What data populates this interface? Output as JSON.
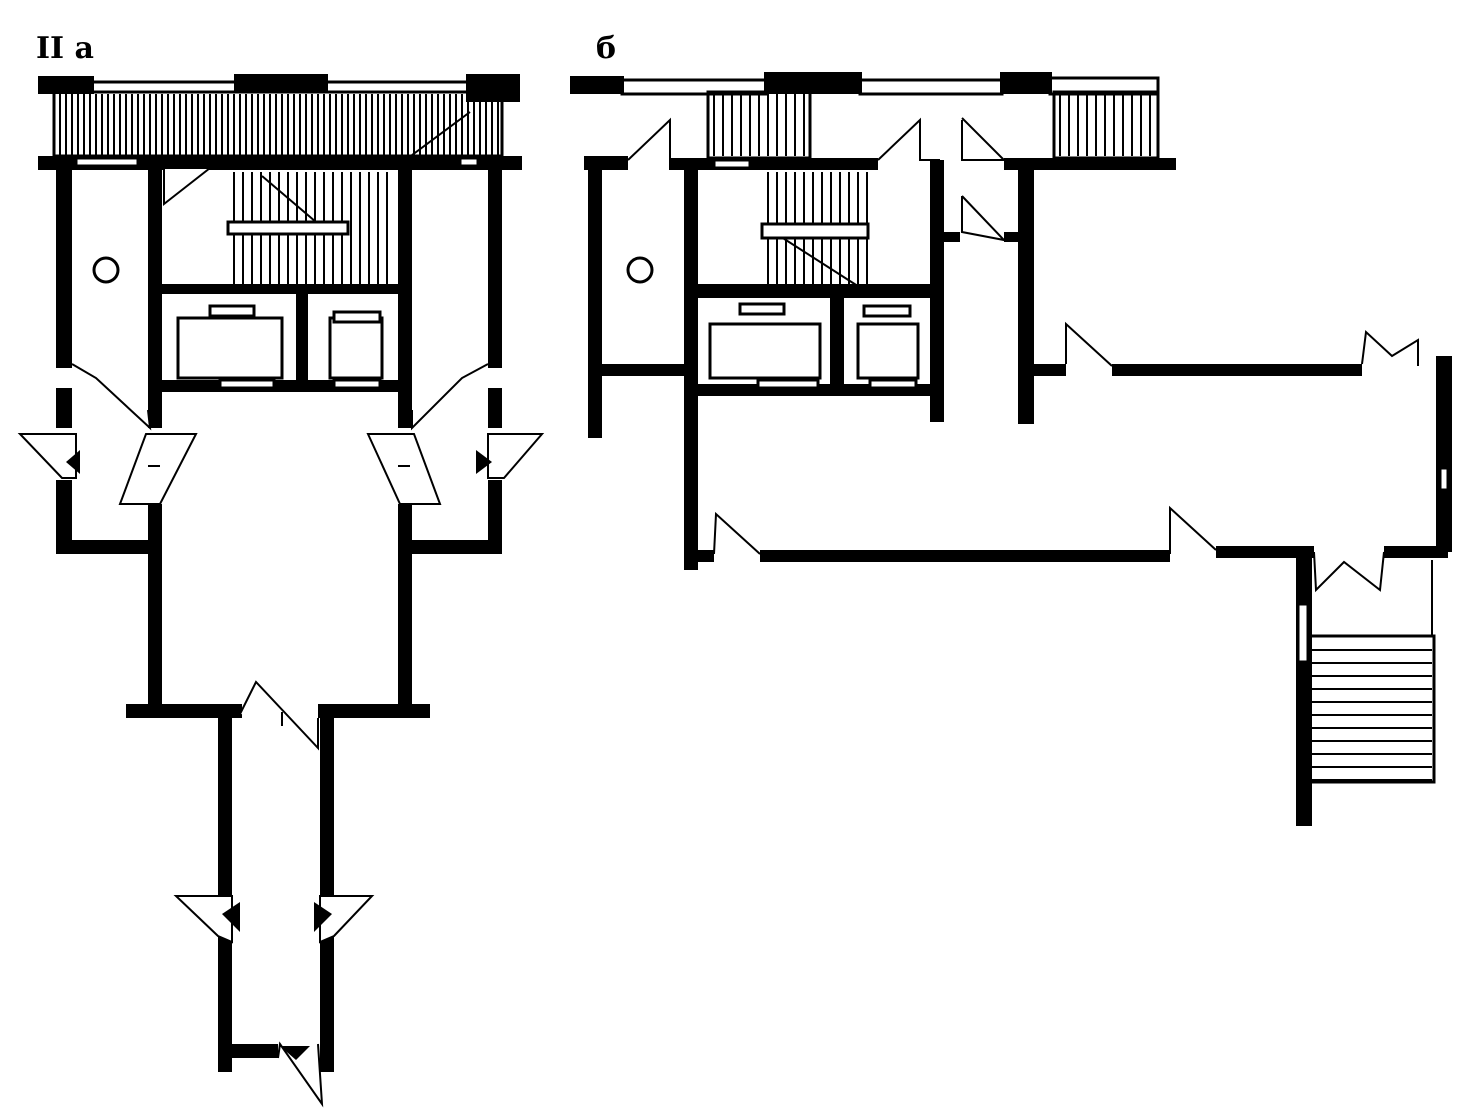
{
  "labels": {
    "plan_a": "II a",
    "plan_b": "б"
  },
  "colors": {
    "ink": "#000000",
    "paper": "#ffffff"
  },
  "icons": {
    "circle_marker": "circle-outline",
    "arrow_left": "triangle-left",
    "arrow_right": "triangle-right",
    "arrow_down": "triangle-down"
  }
}
